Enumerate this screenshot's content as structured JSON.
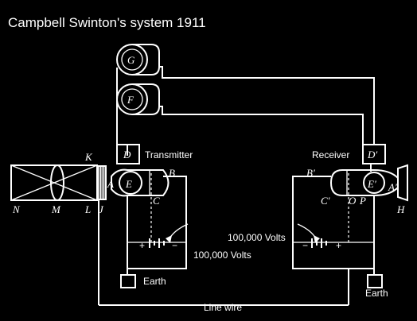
{
  "title": "Campbell Swinton's system 1911",
  "labels": {
    "G": "G",
    "F": "F",
    "D": "D",
    "D_prime": "D′",
    "K": "K",
    "A": "A",
    "E": "E",
    "B": "B",
    "C": "C",
    "N": "N",
    "M": "M",
    "L": "L",
    "J": "J",
    "B_prime": "B′",
    "C_prime": "C′",
    "O": "O",
    "P": "P",
    "E_prime": "E′",
    "A_prime": "A′",
    "H": "H"
  },
  "text": {
    "transmitter": "Transmitter",
    "receiver": "Receiver",
    "volts_left": "100,000 Volts",
    "volts_right": "100,000 Volts",
    "earth_left": "Earth",
    "earth_right": "Earth",
    "line_wire": "Line wire"
  }
}
